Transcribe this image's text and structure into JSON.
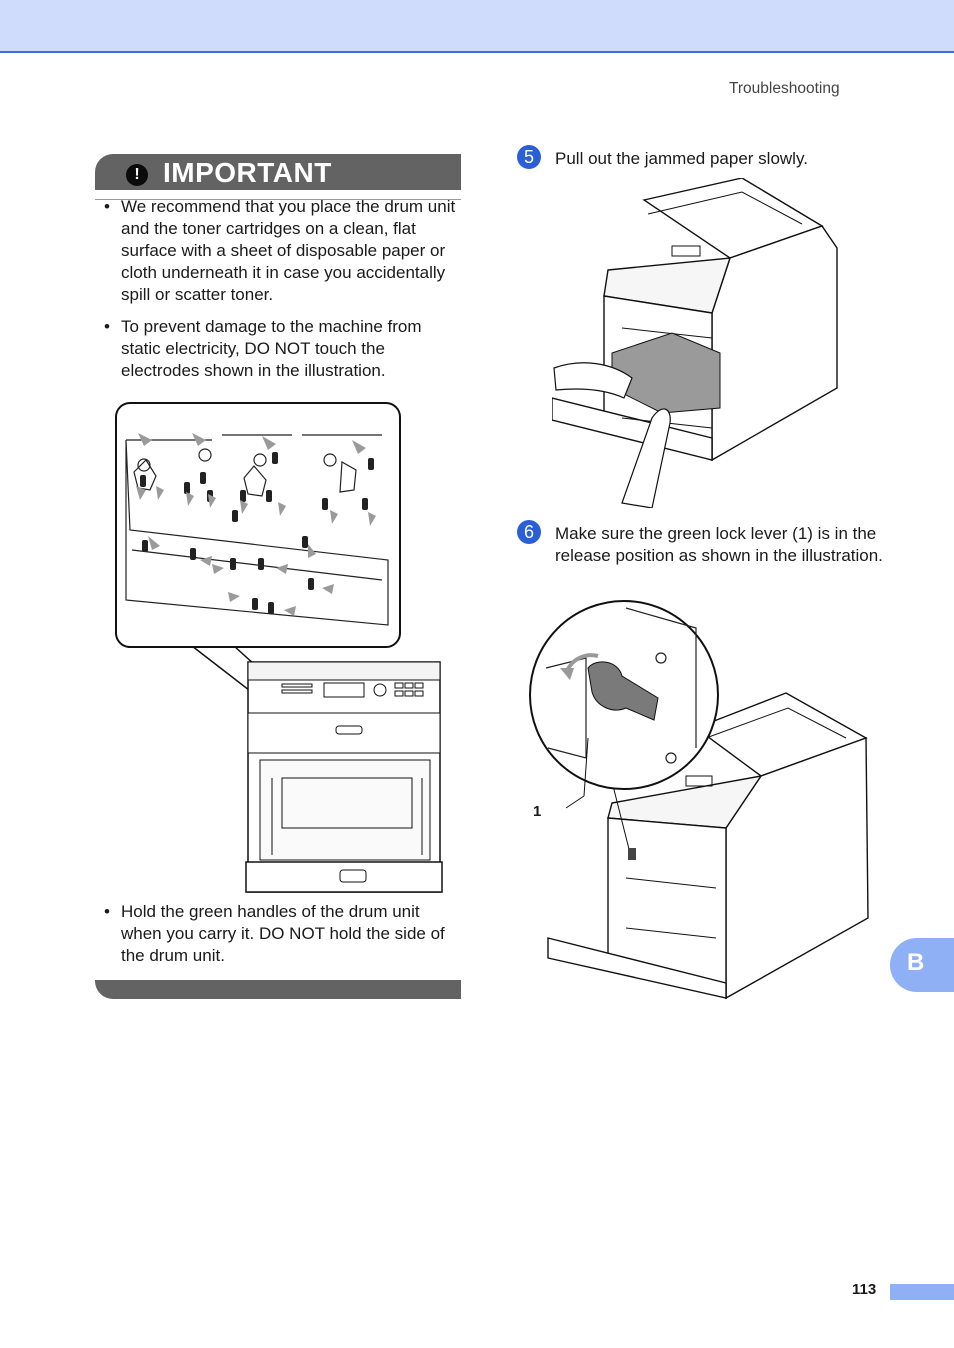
{
  "header": {
    "section": "Troubleshooting"
  },
  "important": {
    "title": "IMPORTANT",
    "badge": "!",
    "bullets_top": [
      "We recommend that you place the drum unit and the toner cartridges on a clean, flat surface with a sheet of disposable paper or cloth underneath it in case you accidentally spill or scatter toner.",
      "To prevent damage to the machine from static electricity, DO NOT touch the electrodes shown in the illustration."
    ],
    "bullets_bottom": [
      "Hold the green handles of the drum unit when you carry it. DO NOT hold the side of the drum unit."
    ]
  },
  "steps": [
    {
      "number": "5",
      "text": "Pull out the jammed paper slowly."
    },
    {
      "number": "6",
      "text": "Make sure the green lock lever (1) is in the release position as shown in the illustration."
    }
  ],
  "callout_label": "1",
  "footer": {
    "tab_letter": "B",
    "page_number": "113"
  },
  "colors": {
    "accent_blue": "#2a5fd8",
    "band": "#cfdcfb",
    "important_gray": "#636363",
    "tab": "#8fb0f5"
  }
}
